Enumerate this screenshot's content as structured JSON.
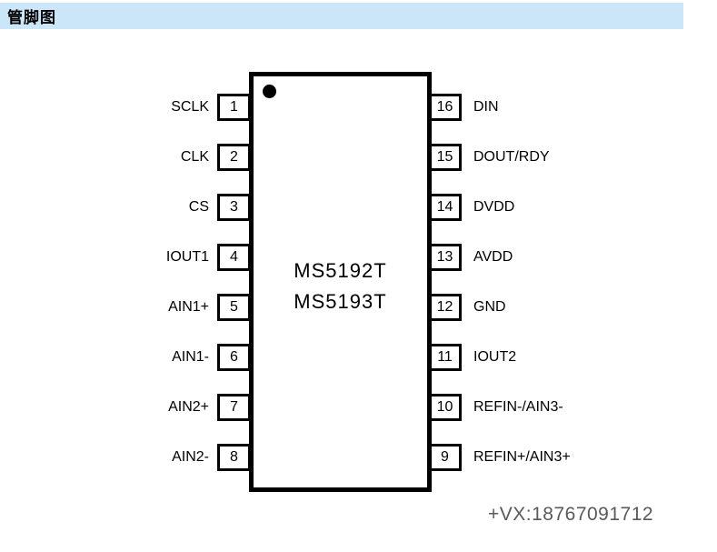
{
  "header": {
    "title": "管脚图",
    "bg_color": "#cbe5f9"
  },
  "chip": {
    "part_number_line1": "MS5192T",
    "part_number_line2": "MS5193T",
    "pin1_indicator": "dot-icon",
    "left_pins": [
      {
        "number": "1",
        "label": "SCLK"
      },
      {
        "number": "2",
        "label": "CLK"
      },
      {
        "number": "3",
        "label": "CS"
      },
      {
        "number": "4",
        "label": "IOUT1"
      },
      {
        "number": "5",
        "label": "AIN1+"
      },
      {
        "number": "6",
        "label": "AIN1-"
      },
      {
        "number": "7",
        "label": "AIN2+"
      },
      {
        "number": "8",
        "label": "AIN2-"
      }
    ],
    "right_pins": [
      {
        "number": "16",
        "label": "DIN"
      },
      {
        "number": "15",
        "label": "DOUT/RDY"
      },
      {
        "number": "14",
        "label": "DVDD"
      },
      {
        "number": "13",
        "label": "AVDD"
      },
      {
        "number": "12",
        "label": "GND"
      },
      {
        "number": "11",
        "label": "IOUT2"
      },
      {
        "number": "10",
        "label": "REFIN-/AIN3-"
      },
      {
        "number": "9",
        "label": "REFIN+/AIN3+"
      }
    ]
  },
  "watermark": {
    "text": "+VX:18767091712",
    "color": "#5a5a5a"
  }
}
